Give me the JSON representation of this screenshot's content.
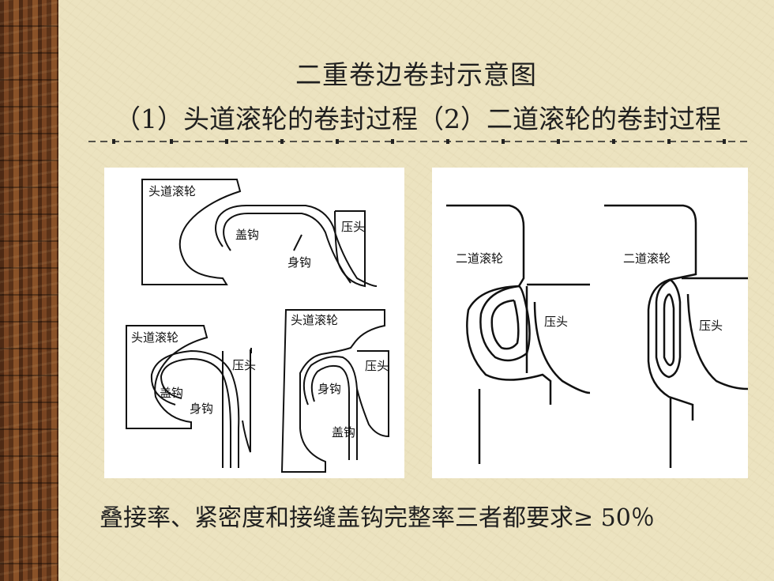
{
  "title_line1": "二重卷边卷封示意图",
  "title_line2": "（1）头道滚轮的卷封过程（2）二道滚轮的卷封过程",
  "footer": "叠接率、紧密度和接缝盖钩完整率三者都要求≥ 50％",
  "diagram1": {
    "stage_a": {
      "roller": "头道滚轮",
      "cover_hook": "盖钩",
      "body_hook": "身钩",
      "chuck": "压头"
    },
    "stage_b": {
      "roller": "头道滚轮",
      "cover_hook": "盖钩",
      "body_hook": "身钩",
      "chuck": "压头"
    },
    "stage_c": {
      "roller": "头道滚轮",
      "cover_hook": "盖钩",
      "body_hook": "身钩",
      "chuck": "压头"
    }
  },
  "diagram2": {
    "stage_a": {
      "roller": "二道滚轮",
      "chuck": "压头"
    },
    "stage_b": {
      "roller": "二道滚轮",
      "chuck": "压头"
    }
  },
  "colors": {
    "background": "#ece3c0",
    "wood": "#5a3218",
    "ink": "#111111"
  }
}
